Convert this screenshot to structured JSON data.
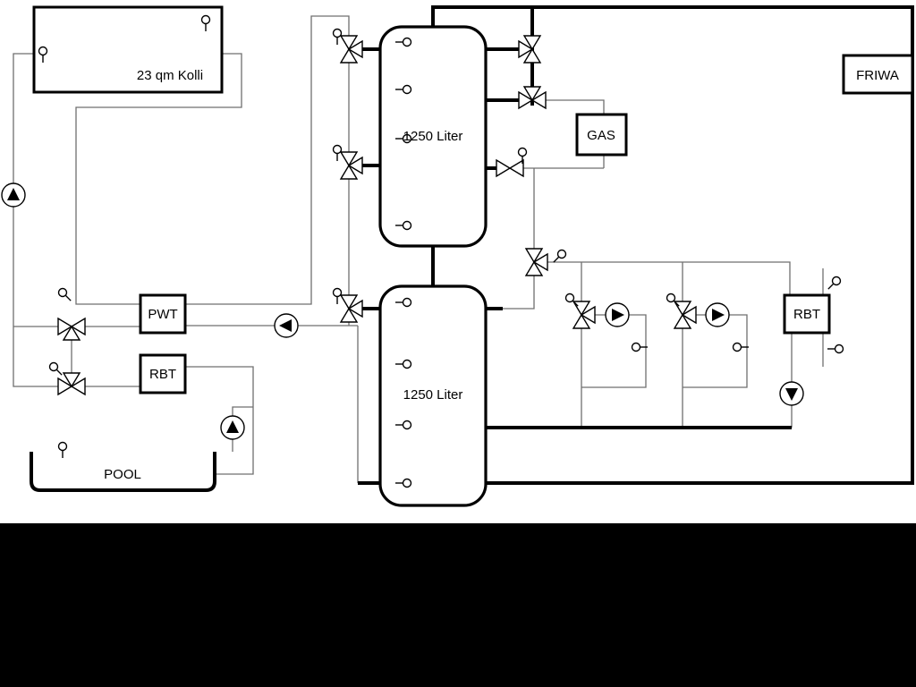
{
  "diagram": {
    "collector": {
      "label": "23 qm Kolli"
    },
    "buffer_tank_top": {
      "label": "1250 Liter"
    },
    "buffer_tank_bottom": {
      "label": "1250 Liter"
    },
    "gas_boiler": {
      "label": "GAS"
    },
    "friwa_station": {
      "label": "FRIWA"
    },
    "pwt_exchanger": {
      "label": "PWT"
    },
    "rbt_left": {
      "label": "RBT"
    },
    "rbt_right": {
      "label": "RBT"
    },
    "pool": {
      "label": "POOL"
    },
    "icons": {
      "pump": "circle-with-filled-triangle",
      "valve": "bowtie-triangles",
      "three_way_valve": "three-triangle-tee",
      "sensor": "small-circle-with-stem"
    },
    "colors": {
      "background": "#ffffff",
      "pipe_main": "#000000",
      "pipe_secondary": "#6f6f6f",
      "footer_band": "#000000"
    }
  }
}
